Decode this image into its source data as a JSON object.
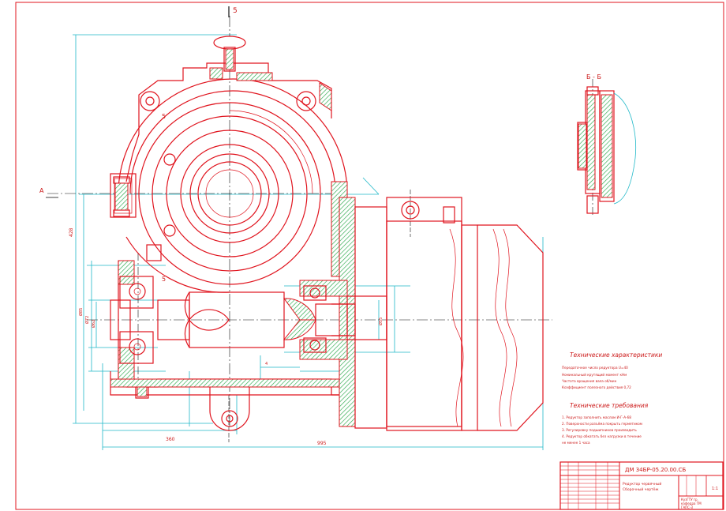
{
  "drawing": {
    "section_mark_top": "5",
    "section_mark_left": "А",
    "section_mark_mid": "5",
    "section_mark_mid2": "5",
    "section_view_title": "Б - Б"
  },
  "dimensions": {
    "overall_height": "428",
    "overall_width": "995",
    "partial_width": "360",
    "ref_a": "Ø85",
    "ref_b": "Ø72",
    "ref_c": "Ø62",
    "ref_d": "Ø55",
    "ref_e": "4"
  },
  "notes": {
    "spec_title": "Технические характеристики",
    "spec_lines": [
      "Передаточное число редуктора  U=40",
      "Номинальный крутящий момент        кНм",
      "Частота вращения вала              об/мин",
      "Коэффициент полезного действия     0,72"
    ],
    "req_title": "Технические требования",
    "req_lines": [
      "1. Редуктор заполнить маслом И-Г-А-68",
      "2. Поверхности разъёма покрыть герметиком",
      "3. Регулировку подшипников производить",
      "4. Редуктор обкатать без нагрузки в течение",
      "   не менее 1 часа"
    ]
  },
  "title_block": {
    "doc_number": "ДМ 34БР-05.20.00.СБ",
    "name_line1": "Редуктор червячный",
    "name_line2": "Сборочный чертёж",
    "sheet_label": "1:1",
    "org_line1": "КузГТУ гр.",
    "org_line2": "кафедра ТМ",
    "org_line3": "ГАПС-3"
  }
}
